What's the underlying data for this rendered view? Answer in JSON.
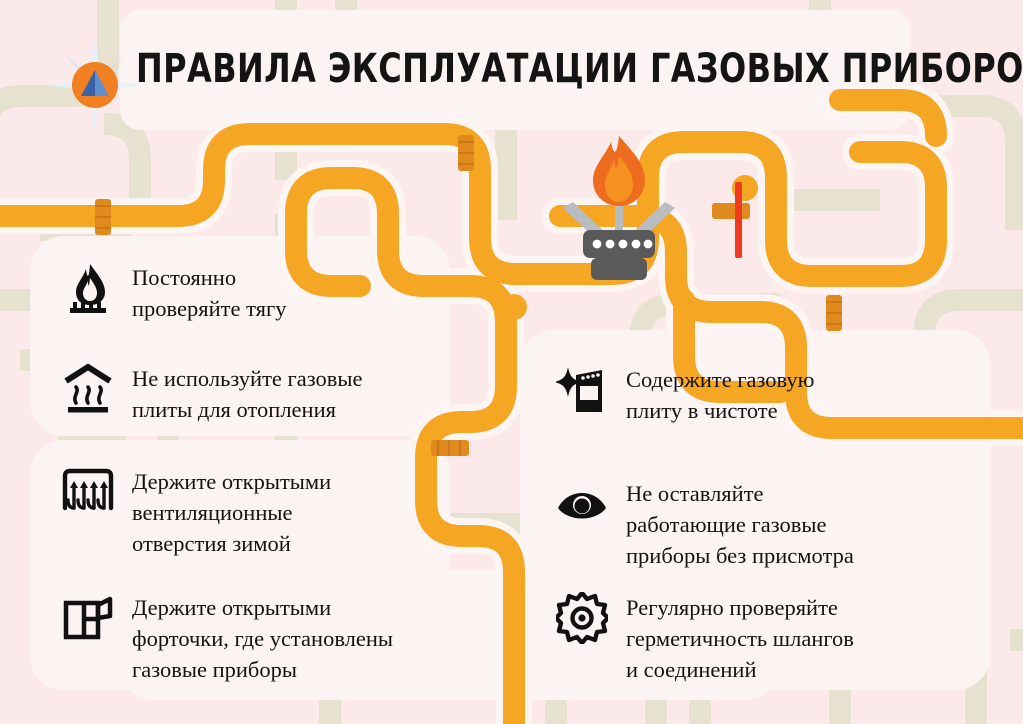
{
  "header": {
    "title": "ПРАВИЛА ЭКСПЛУАТАЦИИ ГАЗОВЫХ ПРИБОРОВ",
    "logo_name": "emercom-star-logo"
  },
  "colors": {
    "background": "#fbeae9",
    "panel": "#fcf4f2",
    "pattern": "#e7e1cf",
    "pipe": "#f5a623",
    "pipe_collar": "#e08a1e",
    "pipe_outline": "#fdf3f1",
    "valve_red": "#ee3b1e",
    "flame_orange": "#ee6c1f",
    "flame_orange_light": "#f59120",
    "burner_grey": "#5a5a5a",
    "grate_grey": "#b9bcc0",
    "text": "#15120f",
    "logo_orange": "#f08021",
    "logo_blue": "#3f6fb5",
    "logo_star": "#e8f0f8"
  },
  "graphics": {
    "stove_name": "gas-burner-with-flame",
    "valve_name": "red-valve-handle"
  },
  "rules": {
    "left_column": [
      {
        "icon": "gas-flame-burner-icon",
        "text": "Постоянно\nпроверяйте тягу"
      },
      {
        "icon": "no-heating-with-stove-icon",
        "text": "Не используйте газовые\nплиты для отопления"
      },
      {
        "icon": "ventilation-airflow-icon",
        "text": "Держите открытыми\nвентиляционные\nотверстия зимой"
      },
      {
        "icon": "open-window-vent-icon",
        "text": "Держите открытыми\nфорточки, где установлены\nгазовые приборы"
      }
    ],
    "right_column": [
      {
        "icon": "clean-stove-sparkle-icon",
        "text": "Содержите газовую\nплиту в чистоте"
      },
      {
        "icon": "eye-supervision-icon",
        "text": "Не оставляйте\nработающие газовые\nприборы без присмотра"
      },
      {
        "icon": "gear-maintenance-icon",
        "text": "Регулярно проверяйте\nгерметичность шлангов\nи соединений"
      }
    ]
  }
}
